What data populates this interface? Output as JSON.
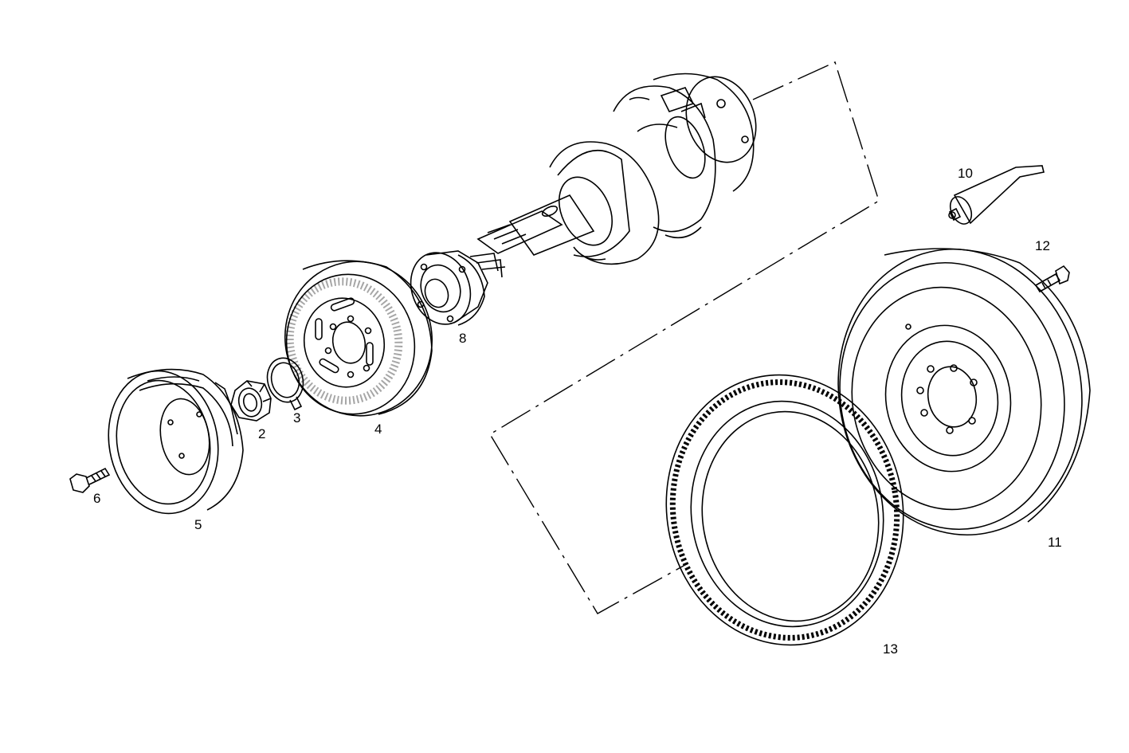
{
  "diagram": {
    "callouts": [
      {
        "id": "2",
        "label": "2"
      },
      {
        "id": "3",
        "label": "3"
      },
      {
        "id": "4",
        "label": "4"
      },
      {
        "id": "5",
        "label": "5"
      },
      {
        "id": "6",
        "label": "6"
      },
      {
        "id": "8",
        "label": "8"
      },
      {
        "id": "10",
        "label": "10"
      },
      {
        "id": "11",
        "label": "11"
      },
      {
        "id": "12",
        "label": "12"
      },
      {
        "id": "13",
        "label": "13"
      }
    ],
    "line_color": "#000000",
    "background": "#ffffff",
    "parts": [
      "nut-icon",
      "lock-washer-icon",
      "gear-icon",
      "pulley-icon",
      "bolt-icon",
      "hub-icon",
      "crankshaft-icon",
      "sealant-tube-icon",
      "flywheel-icon",
      "ring-gear-icon"
    ]
  }
}
